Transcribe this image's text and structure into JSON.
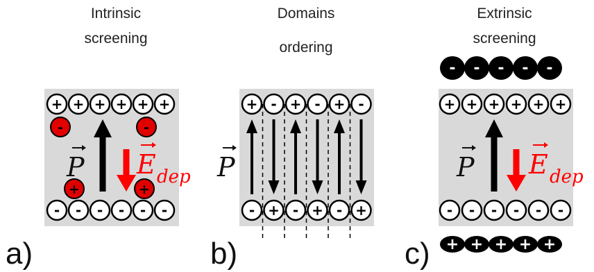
{
  "panels": [
    {
      "letter": "a)",
      "caption": [
        "Intrinsic",
        "screening"
      ],
      "top_charges": [
        "+",
        "+",
        "+",
        "+",
        "+",
        "+"
      ],
      "bottom_charges": [
        "-",
        "-",
        "-",
        "-",
        "-",
        "-"
      ],
      "inner_carriers": [
        "-",
        "-",
        "+",
        "+"
      ],
      "polarization_symbol": "P",
      "field_symbol": "E",
      "field_subscript": "dep"
    },
    {
      "letter": "b)",
      "caption": [
        "Domains",
        "ordering"
      ],
      "top_charges": [
        "+",
        "-",
        "+",
        "-",
        "+",
        "-"
      ],
      "bottom_charges": [
        "-",
        "+",
        "-",
        "+",
        "-",
        "+"
      ],
      "domain_directions": [
        "up",
        "down",
        "up",
        "down",
        "up",
        "down"
      ],
      "polarization_symbol": "P"
    },
    {
      "letter": "c)",
      "caption": [
        "Extrinsic",
        "screening"
      ],
      "top_charges": [
        "+",
        "+",
        "+",
        "+",
        "+",
        "+"
      ],
      "bottom_charges": [
        "-",
        "-",
        "-",
        "-",
        "-",
        "-"
      ],
      "external_top_charges": [
        "-",
        "-",
        "-",
        "-",
        "-"
      ],
      "external_bottom_charges": [
        "+",
        "+",
        "+",
        "+",
        "+"
      ],
      "polarization_symbol": "P",
      "field_symbol": "E",
      "field_subscript": "dep"
    }
  ],
  "colors": {
    "slab": "#d9d9d9",
    "field_arrow": "#ff0000",
    "carrier_fill": "#e00000",
    "polarization_arrow": "#000000",
    "outline": "#000000"
  }
}
